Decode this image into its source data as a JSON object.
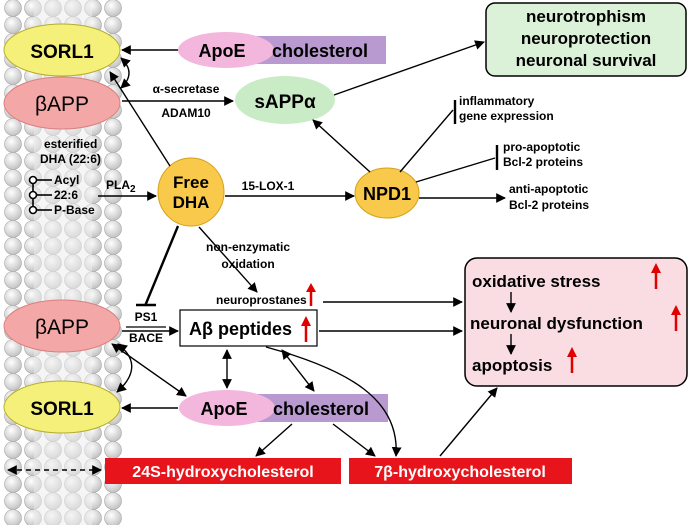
{
  "colors": {
    "membrane_bead": "#d8d8d8",
    "sorl1_fill": "#f5f07a",
    "app_fill": "#f4a7a7",
    "apoe_fill": "#f3b6dc",
    "cholesterol_fill": "#b89ad0",
    "sappa_fill": "#c9ecc6",
    "npd1_fill": "#f8c94a",
    "green_box": "#dcf2d8",
    "pink_box": "#f9dde3",
    "red_box": "#e8141b",
    "up_arrow": "#e00000"
  },
  "nodes": {
    "sorl1_top": "SORL1",
    "app_top": "βAPP",
    "apoe_top": "ApoE",
    "cholesterol_top": "cholesterol",
    "sappa": "sAPPα",
    "free_dha_1": "Free",
    "free_dha_2": "DHA",
    "npd1": "NPD1",
    "app_bottom": "βAPP",
    "sorl1_bottom": "SORL1",
    "apoe_bottom": "ApoE",
    "cholesterol_bottom": "cholesterol",
    "abeta": "Aβ peptides"
  },
  "labels": {
    "alpha_secretase": "α-secretase",
    "adam10": "ADAM10",
    "esterified_1": "esterified",
    "esterified_2": "DHA (22:6)",
    "acyl": "Acyl",
    "num_22_6": "22:6",
    "pbase": "P-Base",
    "pla2_main": "PLA",
    "pla2_sub": "2",
    "lox": "15-LOX-1",
    "non_enzymatic_1": "non-enzymatic",
    "non_enzymatic_2": "oxidation",
    "neuroprostanes": "neuroprostanes",
    "ps1": "PS1",
    "bace": "BACE",
    "inflammatory_1": "inflammatory",
    "inflammatory_2": "gene expression",
    "pro_apoptotic_1": "pro-apoptotic",
    "pro_apoptotic_2": "Bcl-2 proteins",
    "anti_apoptotic_1": "anti-apoptotic",
    "anti_apoptotic_2": "Bcl-2 proteins"
  },
  "outcomes": {
    "neurotrophism": "neurotrophism",
    "neuroprotection": "neuroprotection",
    "neuronal_survival": "neuronal survival",
    "oxidative_stress": "oxidative stress",
    "neuronal_dysfunction": "neuronal dysfunction",
    "apoptosis": "apoptosis",
    "hydroxy24": "24S-hydroxycholesterol",
    "hydroxy7": "7β-hydroxycholesterol"
  }
}
